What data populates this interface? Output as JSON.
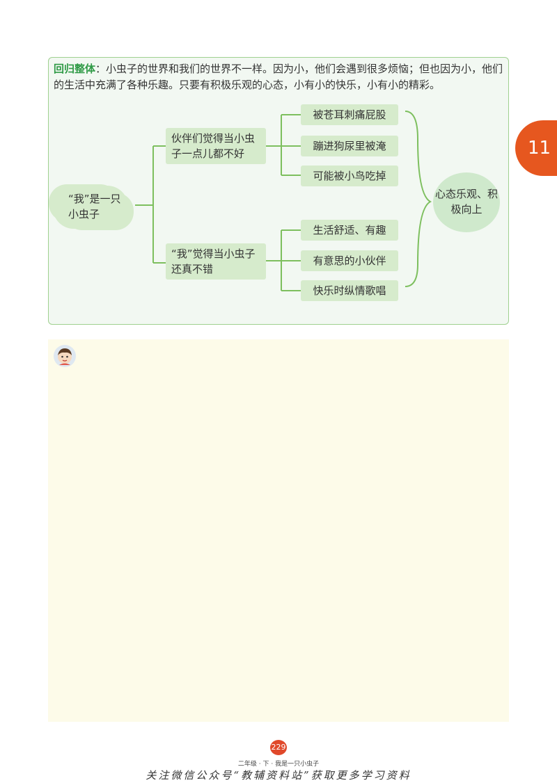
{
  "summary": {
    "label": "回归整体",
    "text": "：小虫子的世界和我们的世界不一样。因为小，他们会遇到很多烦恼；但也因为小，他们的生活中充满了各种乐趣。只要有积极乐观的心态，小有小的快乐，小有小的精彩。"
  },
  "mindmap": {
    "root": "“我”是一只小虫子",
    "branches": [
      {
        "label": "伙伴们觉得当小虫子一点儿都不好",
        "leaves": [
          "被苍耳刺痛屁股",
          "蹦进狗尿里被淹",
          "可能被小鸟吃掉"
        ]
      },
      {
        "label": "“我”觉得当小虫子还真不错",
        "leaves": [
          "生活舒适、有趣",
          "有意思的小伙伴",
          "快乐时纵情歌唱"
        ]
      }
    ],
    "conclusion": "心态乐观、积极向上",
    "line_color": "#7dbf5e"
  },
  "lesson_number": "11",
  "page_number": "229",
  "running_title": "二年级 · 下 · 我是一只小虫子",
  "footer_note": "关注微信公众号“教辅资料站”获取更多学习资料",
  "colors": {
    "accent_green": "#2f9a46",
    "box_fill": "#d6ebcc",
    "tab_orange": "#e6571f",
    "notes_bg": "#fdfbe9"
  }
}
